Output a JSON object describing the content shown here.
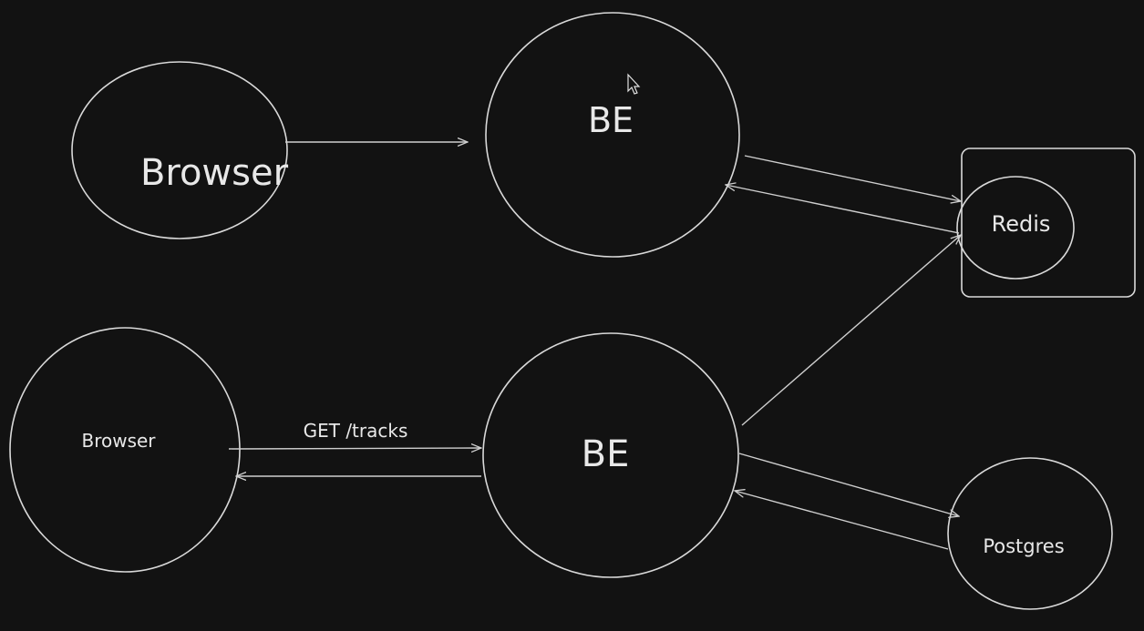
{
  "nodes": {
    "browser_top": "Browser",
    "be_top": "BE",
    "redis": "Redis",
    "browser_bottom": "Browser",
    "be_bottom": "BE",
    "postgres": "Postgres"
  },
  "edges": {
    "browser_bottom_to_be_bottom": "GET /tracks"
  },
  "colors": {
    "background": "#121212",
    "stroke": "#d9d9d9",
    "text": "#e8e8e8"
  }
}
